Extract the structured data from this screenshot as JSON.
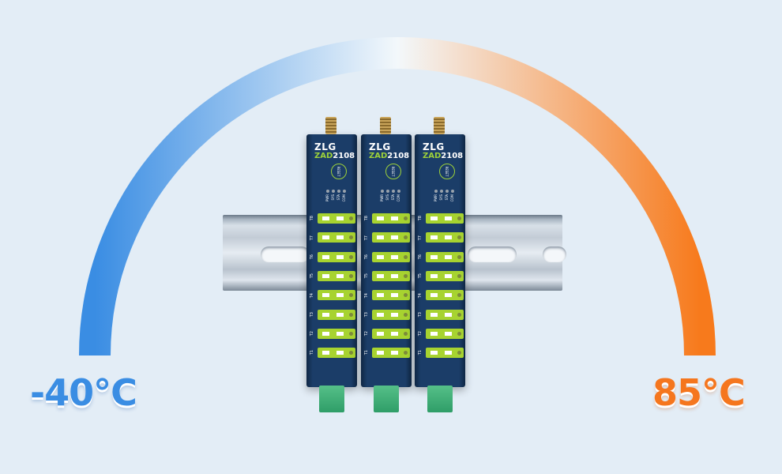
{
  "temperature": {
    "min": "-40°C",
    "max": "85°C"
  },
  "colors": {
    "cold": "#3a8de3",
    "mid": "#eef6fb",
    "hot": "#f5761e",
    "accent": "#a7d330"
  },
  "device": {
    "brand": "ZLG",
    "series": "ZAD",
    "model": "2108",
    "reset": "RESET",
    "leds": [
      "PWR",
      "SYS",
      "STA",
      "COM"
    ],
    "channels": [
      "T8",
      "T7",
      "T6",
      "T5",
      "T4",
      "T3",
      "T2",
      "T1"
    ],
    "count": 3
  }
}
